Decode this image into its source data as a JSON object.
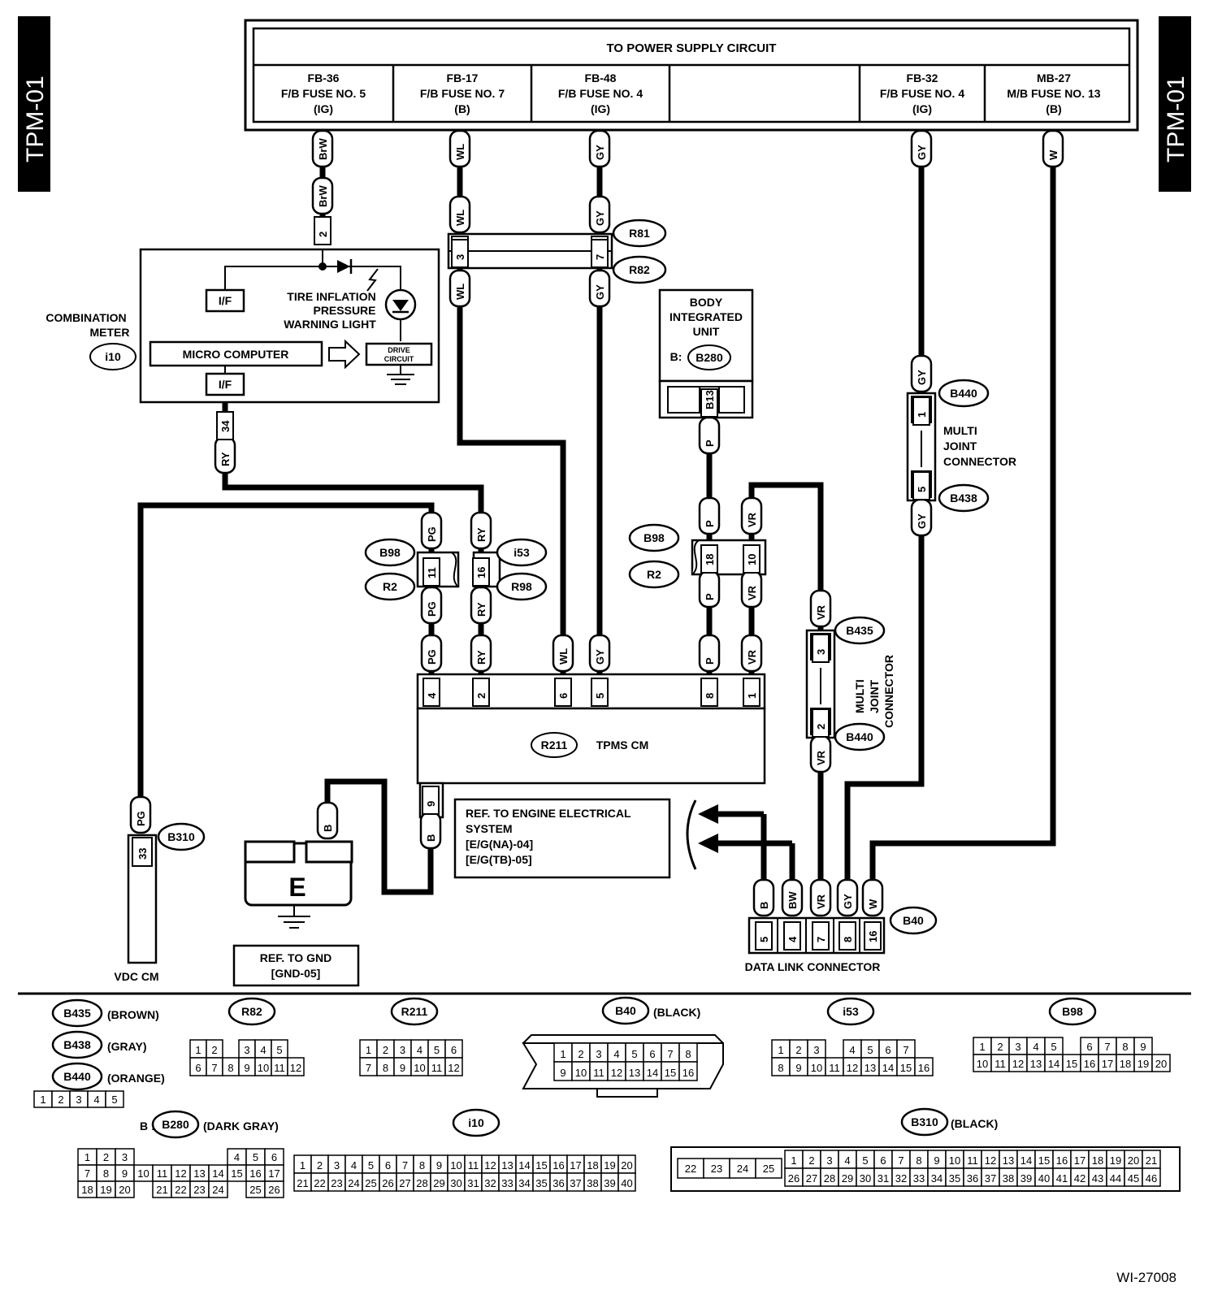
{
  "side_tag": "TPM-01",
  "power": {
    "title": "TO POWER SUPPLY CIRCUIT",
    "fuses": [
      {
        "id": "FB-36",
        "name": "F/B FUSE NO. 5",
        "mode": "(IG)"
      },
      {
        "id": "FB-17",
        "name": "F/B FUSE NO. 7",
        "mode": "(B)"
      },
      {
        "id": "FB-48",
        "name": "F/B FUSE NO. 4",
        "mode": "(IG)"
      },
      {
        "id": "",
        "name": "",
        "mode": ""
      },
      {
        "id": "FB-32",
        "name": "F/B FUSE NO. 4",
        "mode": "(IG)"
      },
      {
        "id": "MB-27",
        "name": "M/B FUSE NO. 13",
        "mode": "(B)"
      }
    ]
  },
  "meter": {
    "name_1": "COMBINATION",
    "name_2": "METER",
    "connector": "i10",
    "if_top": "I/F",
    "if_bottom": "I/F",
    "micro": "MICRO COMPUTER",
    "drive_1": "DRIVE",
    "drive_2": "CIRCUIT",
    "lamp_1": "TIRE INFLATION",
    "lamp_2": "PRESSURE",
    "lamp_3": "WARNING LIGHT"
  },
  "biu": {
    "line1": "BODY",
    "line2": "INTEGRATED",
    "line3": "UNIT",
    "prefix": "B:",
    "connector": "B280",
    "pin": "B13"
  },
  "mjc_label": {
    "l1": "MULTI",
    "l2": "JOINT",
    "l3": "CONNECTOR"
  },
  "tpms": {
    "connector": "R211",
    "name": "TPMS CM"
  },
  "ref_engine": {
    "l1": "REF. TO ENGINE ELECTRICAL",
    "l2": "SYSTEM",
    "l3": "[E/G(NA)-04]",
    "l4": "[E/G(TB)-05]"
  },
  "ground": {
    "symbol": "E",
    "ref1": "REF. TO GND",
    "ref2": "[GND-05]"
  },
  "vdc": {
    "name": "VDC CM",
    "connector": "B310",
    "pin": "33",
    "wire": "PG"
  },
  "dlc": {
    "name": "DATA LINK CONNECTOR",
    "connector": "B40"
  },
  "connector_tags": {
    "R81": "R81",
    "R82": "R82",
    "B440": "B440",
    "B438": "B438",
    "B435": "B435",
    "B98": "B98",
    "R2": "R2",
    "i53": "i53",
    "R98": "R98"
  },
  "wires": {
    "BrW": "BrW",
    "WL": "WL",
    "GY": "GY",
    "W": "W",
    "RY": "RY",
    "PG": "PG",
    "P": "P",
    "VR": "VR",
    "B": "B",
    "BW": "BW"
  },
  "pins": {
    "p2": "2",
    "p3": "3",
    "p7": "7",
    "p34": "34",
    "p1": "1",
    "p5": "5",
    "p11": "11",
    "p16": "16",
    "p18": "18",
    "p10": "10",
    "p4": "4",
    "p6": "6",
    "p8": "8",
    "p9": "9"
  },
  "legend": {
    "colors": [
      {
        "connector": "B435",
        "color": "(BROWN)"
      },
      {
        "connector": "B438",
        "color": "(GRAY)"
      },
      {
        "connector": "B440",
        "color": "(ORANGE)"
      }
    ],
    "mjc_pins": [
      "1",
      "2",
      "3",
      "4",
      "5"
    ],
    "r82": {
      "name": "R82",
      "rows": [
        [
          "1",
          "2",
          "",
          "3",
          "4",
          "5"
        ],
        [
          "6",
          "7",
          "8",
          "9",
          "10",
          "11",
          "12"
        ]
      ]
    },
    "r211": {
      "name": "R211",
      "rows": [
        [
          "1",
          "2",
          "3",
          "4",
          "5",
          "6"
        ],
        [
          "7",
          "8",
          "9",
          "10",
          "11",
          "12"
        ]
      ]
    },
    "b40": {
      "name": "B40",
      "color": "(BLACK)",
      "rows": [
        [
          "1",
          "2",
          "3",
          "4",
          "5",
          "6",
          "7",
          "8"
        ],
        [
          "9",
          "10",
          "11",
          "12",
          "13",
          "14",
          "15",
          "16"
        ]
      ]
    },
    "i53": {
      "name": "i53",
      "rows": [
        [
          "1",
          "2",
          "3",
          "",
          "4",
          "5",
          "6",
          "7"
        ],
        [
          "8",
          "9",
          "10",
          "11",
          "12",
          "13",
          "14",
          "15",
          "16"
        ]
      ]
    },
    "b98": {
      "name": "B98",
      "rows": [
        [
          "1",
          "2",
          "3",
          "4",
          "5",
          "",
          "6",
          "7",
          "8",
          "9"
        ],
        [
          "10",
          "11",
          "12",
          "13",
          "14",
          "15",
          "16",
          "17",
          "18",
          "19",
          "20"
        ]
      ]
    },
    "b280": {
      "prefix": "B :",
      "name": "B280",
      "color": "(DARK GRAY)",
      "rows": [
        [
          "1",
          "2",
          "3",
          "",
          "",
          "",
          "",
          "",
          "4",
          "5",
          "6"
        ],
        [
          "7",
          "8",
          "9",
          "10",
          "11",
          "12",
          "13",
          "14",
          "15",
          "16",
          "17"
        ],
        [
          "18",
          "19",
          "20",
          "",
          "21",
          "22",
          "23",
          "24",
          "",
          "25",
          "26"
        ]
      ]
    },
    "i10": {
      "name": "i10",
      "rows": [
        [
          "1",
          "2",
          "3",
          "4",
          "5",
          "6",
          "7",
          "8",
          "9",
          "10",
          "11",
          "12",
          "13",
          "14",
          "15",
          "16",
          "17",
          "18",
          "19",
          "20"
        ],
        [
          "21",
          "22",
          "23",
          "24",
          "25",
          "26",
          "27",
          "28",
          "29",
          "30",
          "31",
          "32",
          "33",
          "34",
          "35",
          "36",
          "37",
          "38",
          "39",
          "40"
        ]
      ]
    },
    "b310": {
      "name": "B310",
      "color": "(BLACK)",
      "left": [
        "22",
        "23",
        "24",
        "25"
      ],
      "rows": [
        [
          "1",
          "2",
          "3",
          "4",
          "5",
          "6",
          "7",
          "8",
          "9",
          "10",
          "11",
          "12",
          "13",
          "14",
          "15",
          "16",
          "17",
          "18",
          "19",
          "20",
          "21"
        ],
        [
          "26",
          "27",
          "28",
          "29",
          "30",
          "31",
          "32",
          "33",
          "34",
          "35",
          "36",
          "37",
          "38",
          "39",
          "40",
          "41",
          "42",
          "43",
          "44",
          "45",
          "46"
        ]
      ]
    }
  },
  "figure_id": "WI-27008"
}
